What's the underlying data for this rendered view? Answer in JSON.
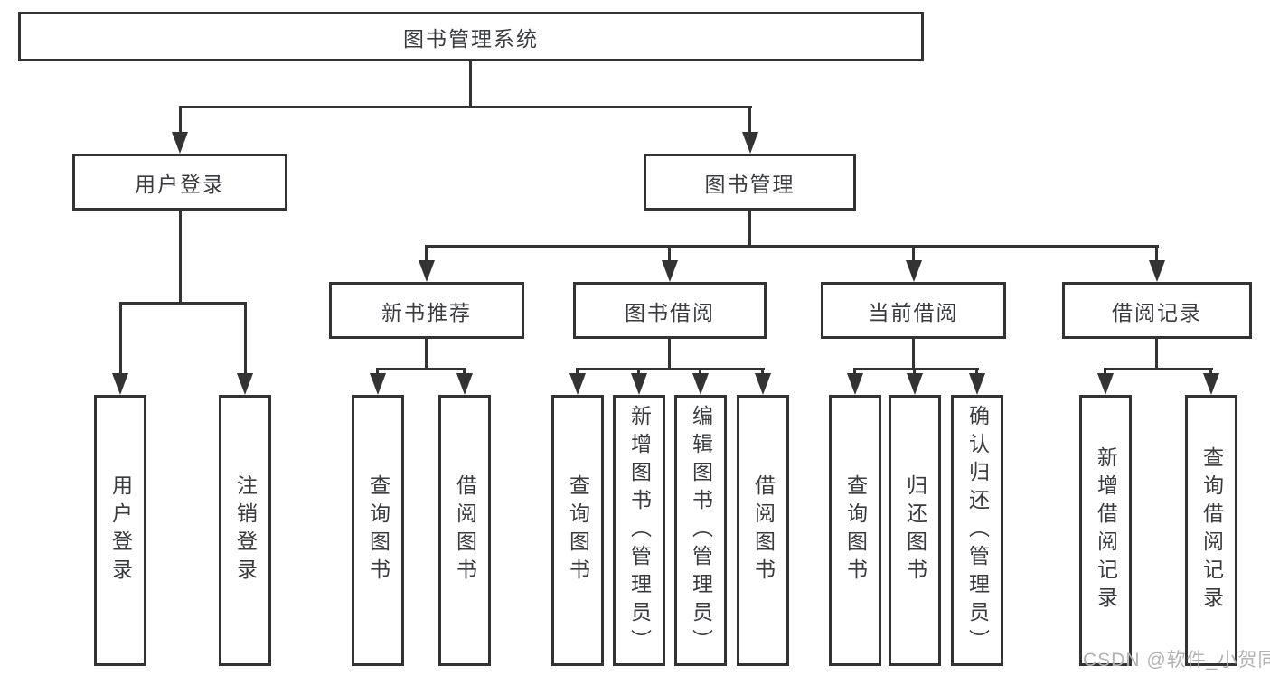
{
  "nodes": {
    "root": "图书管理系统",
    "level2": {
      "user": "用户登录",
      "book": "图书管理"
    },
    "level3": [
      "新书推荐",
      "图书借阅",
      "当前借阅",
      "借阅记录"
    ],
    "g0": [
      "用户登录",
      "注销登录"
    ],
    "g1": [
      "查询图书",
      "借阅图书"
    ],
    "g2": [
      "查询图书",
      "新增图书（管理员）",
      "编辑图书（管理员）",
      "借阅图书"
    ],
    "g3": [
      "查询图书",
      "归还图书",
      "确认归还（管理员）"
    ],
    "g4": [
      "新增借阅记录",
      "查询借阅记录"
    ]
  },
  "watermark": "CSDN @软件_小贺同学",
  "colors": {
    "line": "#333333",
    "text": "#3a3b3f",
    "watermark": "#b2b2b2",
    "background": "#ffffff"
  }
}
